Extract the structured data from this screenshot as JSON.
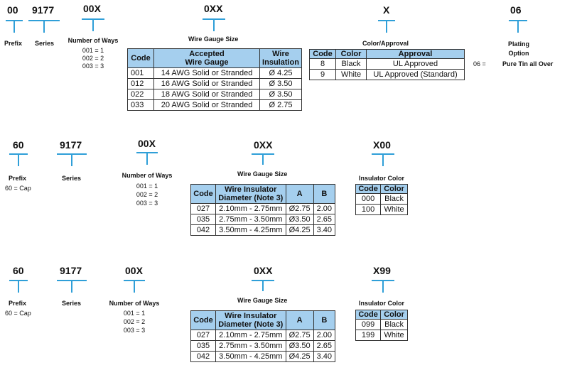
{
  "row1": {
    "prefix": {
      "code": "00",
      "label": "Prefix"
    },
    "series": {
      "code": "9177",
      "label": "Series"
    },
    "ways": {
      "code": "00X",
      "label": "Number of Ways",
      "options": [
        "001 = 1",
        "002 = 2",
        "003 = 3"
      ]
    },
    "gauge": {
      "code": "0XX",
      "label": "Wire Gauge Size",
      "headers": [
        "Code",
        "Accepted\nWire Gauge",
        "Wire\nInsulation"
      ],
      "rows": [
        [
          "001",
          "14 AWG Solid or Stranded",
          "Ø 4.25"
        ],
        [
          "012",
          "16 AWG Solid or Stranded",
          "Ø 3.50"
        ],
        [
          "022",
          "18 AWG Solid or Stranded",
          "Ø 3.50"
        ],
        [
          "033",
          "20 AWG Solid or Stranded",
          "Ø 2.75"
        ]
      ]
    },
    "color": {
      "code": "X",
      "label": "Color/Approval",
      "headers": [
        "Code",
        "Color",
        "Approval"
      ],
      "rows": [
        [
          "8",
          "Black",
          "UL Approved"
        ],
        [
          "9",
          "White",
          "UL Approved (Standard)"
        ]
      ]
    },
    "plating": {
      "code": "06",
      "label": "Plating\nOption",
      "option_code": "06 =",
      "option_text": "Pure Tin all Over"
    }
  },
  "row2": {
    "prefix": {
      "code": "60",
      "label": "Prefix",
      "note": "60 = Cap"
    },
    "series": {
      "code": "9177",
      "label": "Series"
    },
    "ways": {
      "code": "00X",
      "label": "Number of Ways",
      "options": [
        "001 = 1",
        "002 = 2",
        "003 = 3"
      ]
    },
    "gauge": {
      "code": "0XX",
      "label": "Wire Gauge Size",
      "headers": [
        "Code",
        "Wire Insulator\nDiameter (Note 3)",
        "A",
        "B"
      ],
      "rows": [
        [
          "027",
          "2.10mm - 2.75mm",
          "Ø2.75",
          "2.00"
        ],
        [
          "035",
          "2.75mm - 3.50mm",
          "Ø3.50",
          "2.65"
        ],
        [
          "042",
          "3.50mm - 4.25mm",
          "Ø4.25",
          "3.40"
        ]
      ]
    },
    "insulator": {
      "code": "X00",
      "label": "Insulator Color",
      "headers": [
        "Code",
        "Color"
      ],
      "rows": [
        [
          "000",
          "Black"
        ],
        [
          "100",
          "White"
        ]
      ]
    }
  },
  "row3": {
    "prefix": {
      "code": "60",
      "label": "Prefix",
      "note": "60 = Cap"
    },
    "series": {
      "code": "9177",
      "label": "Series"
    },
    "ways": {
      "code": "00X",
      "label": "Number of Ways",
      "options": [
        "001 = 1",
        "002 = 2",
        "003 = 3"
      ]
    },
    "gauge": {
      "code": "0XX",
      "label": "Wire Gauge Size",
      "headers": [
        "Code",
        "Wire Insulator\nDiameter (Note 3)",
        "A",
        "B"
      ],
      "rows": [
        [
          "027",
          "2.10mm - 2.75mm",
          "Ø2.75",
          "2.00"
        ],
        [
          "035",
          "2.75mm - 3.50mm",
          "Ø3.50",
          "2.65"
        ],
        [
          "042",
          "3.50mm - 4.25mm",
          "Ø4.25",
          "3.40"
        ]
      ]
    },
    "insulator": {
      "code": "X99",
      "label": "Insulator Color",
      "headers": [
        "Code",
        "Color"
      ],
      "rows": [
        [
          "099",
          "Black"
        ],
        [
          "199",
          "White"
        ]
      ]
    }
  },
  "colors": {
    "accent_line": "#2f9fd8",
    "table_header": "#a5cfee"
  }
}
